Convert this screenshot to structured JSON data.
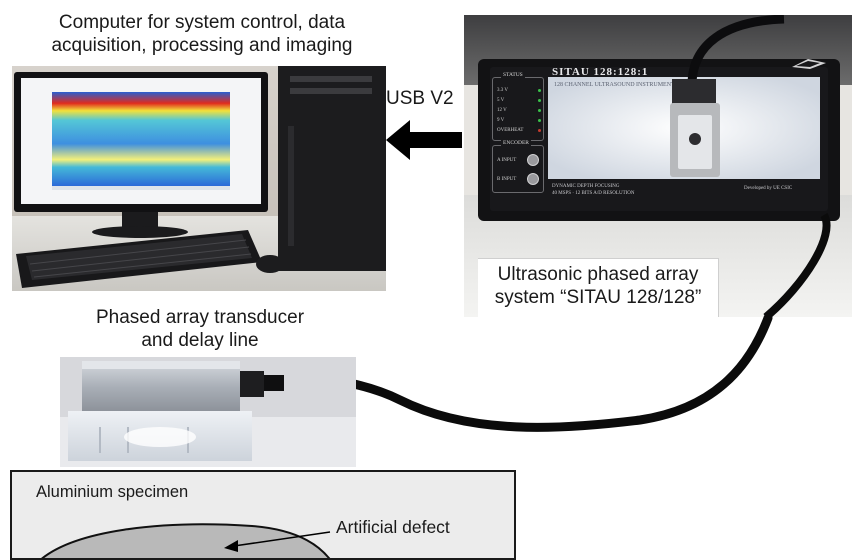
{
  "captions": {
    "computer_line1": "Computer for system control, data",
    "computer_line2": "acquisition, processing and imaging",
    "usb": "USB V2",
    "system_line1": "Ultrasonic phased array",
    "system_line2": "system “SITAU 128/128”",
    "transducer_line1": "Phased array transducer",
    "transducer_line2": "and delay line",
    "specimen": "Aluminium specimen",
    "defect": "Artificial defect"
  },
  "instrument_panel": {
    "model": "SITAU 128:128:1",
    "subtitle": "128 CHANNEL ULTRASOUND INSTRUMENT",
    "status_title": "STATUS",
    "status_items": [
      "3.3 V",
      "5 V",
      "12 V",
      "9 V",
      "OVERHEAT"
    ],
    "encoder_title": "ENCODER",
    "encoder_a": "A INPUT",
    "encoder_b": "B INPUT",
    "footer_left_1": "DYNAMIC DEPTH FOCUSING",
    "footer_left_2": "40 MSPS · 12 BITS A/D RESOLUTION",
    "footer_right": "Developed by UE CSIC"
  },
  "colors": {
    "arrow": "#000000",
    "cable": "#0b0b0b",
    "specimen_fill": "#ececec",
    "defect_fill": "#b9b9b9",
    "status_led_on": "#39c24a",
    "status_led_off": "#c43b2e"
  }
}
